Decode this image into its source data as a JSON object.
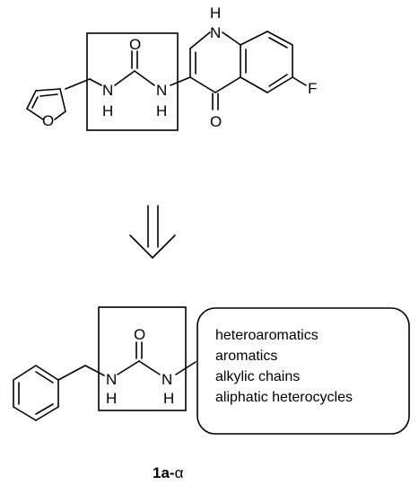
{
  "top_molecule": {
    "heteroatoms": {
      "furan_o": "O",
      "urea_n1": "N",
      "urea_h1": "H",
      "urea_o": "O",
      "urea_n2": "N",
      "urea_h2": "H",
      "ring_n": "N",
      "ring_h": "H",
      "keto_o": "O",
      "fluorine": "F"
    }
  },
  "arrow": {
    "direction": "down",
    "style": "retrosynthetic"
  },
  "bottom_molecule": {
    "heteroatoms": {
      "urea_n1": "N",
      "urea_h1": "H",
      "urea_o": "O",
      "urea_n2": "N",
      "urea_h2": "H"
    },
    "substituents": [
      "heteroaromatics",
      "aromatics",
      "alkylic chains",
      "aliphatic heterocycles"
    ]
  },
  "compound_label": {
    "main": "1a-",
    "greek": "α"
  }
}
